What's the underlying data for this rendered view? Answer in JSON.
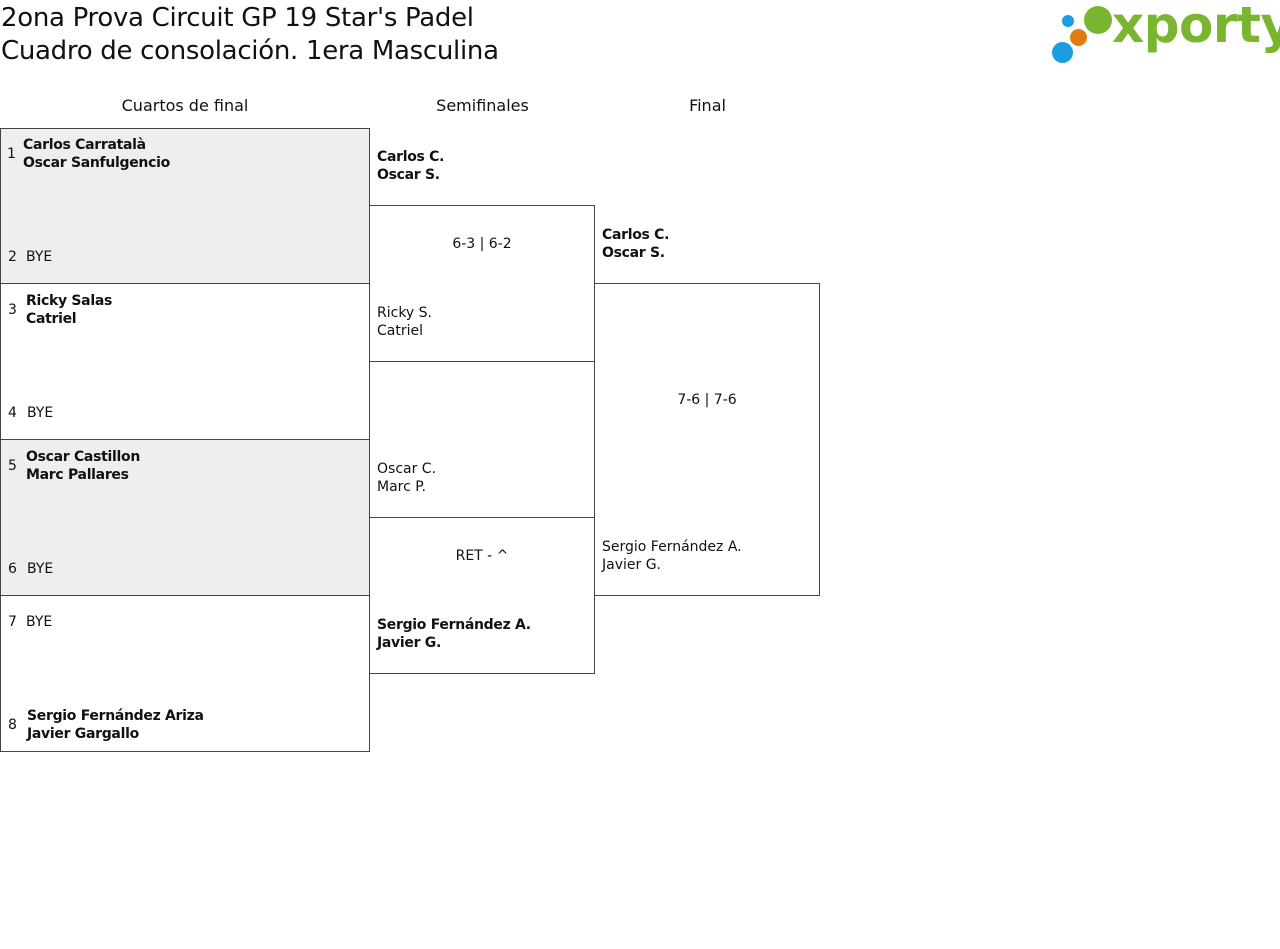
{
  "header": {
    "title_line1": "2ona Prova Circuit GP 19 Star's Padel",
    "title_line2": "Cuadro de consolación. 1era Masculina",
    "logo_text": "xporty",
    "logo_colors": {
      "green": "#7ab530",
      "blue": "#1a9ee0",
      "orange": "#e07a14"
    }
  },
  "rounds": {
    "quarter": "Cuartos de final",
    "semi": "Semifinales",
    "final": "Final"
  },
  "quarterfinals": [
    {
      "seed": "1",
      "line1": "Carlos Carratalà",
      "line2": "Oscar Sanfulgencio"
    },
    {
      "seed": "2",
      "line1": "BYE",
      "line2": ""
    },
    {
      "seed": "3",
      "line1": "Ricky Salas",
      "line2": "Catriel"
    },
    {
      "seed": "4",
      "line1": "BYE",
      "line2": ""
    },
    {
      "seed": "5",
      "line1": "Oscar Castillon",
      "line2": "Marc Pallares"
    },
    {
      "seed": "6",
      "line1": "BYE",
      "line2": ""
    },
    {
      "seed": "7",
      "line1": "BYE",
      "line2": ""
    },
    {
      "seed": "8",
      "line1": "Sergio Fernández Ariza",
      "line2": "Javier Gargallo"
    }
  ],
  "semifinals": [
    {
      "top1": "Carlos C.",
      "top2": "Oscar S.",
      "score": "6-3 | 6-2",
      "bot1": "Ricky S.",
      "bot2": "Catriel"
    },
    {
      "top1": "Oscar C.",
      "top2": "Marc P.",
      "score": "RET - ^",
      "bot1": "Sergio Fernández A.",
      "bot2": "Javier G."
    }
  ],
  "final": {
    "top1": "Carlos C.",
    "top2": "Oscar S.",
    "score": "7-6 | 7-6",
    "bot1": "Sergio Fernández A.",
    "bot2": "Javier G."
  }
}
